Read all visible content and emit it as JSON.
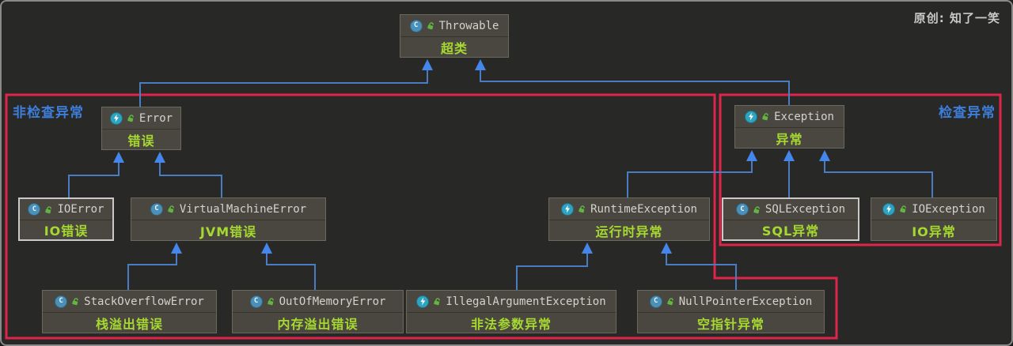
{
  "watermark": "原创: 知了一笑",
  "regions": {
    "unchecked": {
      "label": "非检查异常",
      "border_color": "#e0254a",
      "label_color": "#3e7edb"
    },
    "checked": {
      "label": "检查异常",
      "border_color": "#e0254a",
      "label_color": "#3e7edb"
    }
  },
  "nodes": [
    {
      "class_name": "Throwable",
      "label_cn": "超类",
      "icon": "class-c-icon"
    },
    {
      "class_name": "Error",
      "label_cn": "错误",
      "icon": "exception-lightning-icon"
    },
    {
      "class_name": "Exception",
      "label_cn": "异常",
      "icon": "exception-lightning-icon"
    },
    {
      "class_name": "IOError",
      "label_cn": "IO错误",
      "icon": "class-c-icon"
    },
    {
      "class_name": "VirtualMachineError",
      "label_cn": "JVM错误",
      "icon": "class-c-icon"
    },
    {
      "class_name": "RuntimeException",
      "label_cn": "运行时异常",
      "icon": "exception-lightning-icon"
    },
    {
      "class_name": "SQLException",
      "label_cn": "SQL异常",
      "icon": "class-c-icon"
    },
    {
      "class_name": "IOException",
      "label_cn": "IO异常",
      "icon": "exception-lightning-icon"
    },
    {
      "class_name": "StackOverflowError",
      "label_cn": "栈溢出错误",
      "icon": "class-c-icon"
    },
    {
      "class_name": "OutOfMemoryError",
      "label_cn": "内存溢出错误",
      "icon": "class-c-icon"
    },
    {
      "class_name": "IllegalArgumentException",
      "label_cn": "非法参数异常",
      "icon": "exception-lightning-icon"
    },
    {
      "class_name": "NullPointerException",
      "label_cn": "空指针异常",
      "icon": "class-c-icon"
    }
  ],
  "colors": {
    "background": "#282826",
    "node_fill": "#4a4740",
    "node_border": "#6b685e",
    "class_name_text": "#d4d2cc",
    "cn_label_text": "#a6d930",
    "edge_blue": "#4a7cc4",
    "region_red": "#e0254a"
  }
}
